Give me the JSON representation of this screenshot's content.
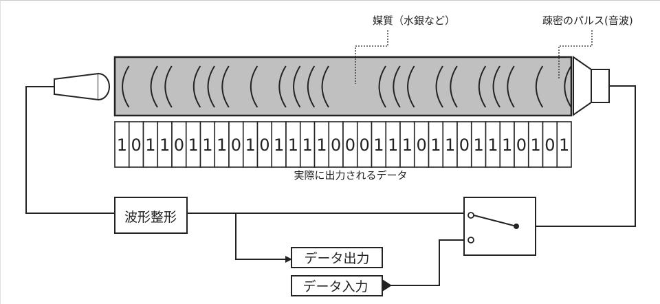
{
  "labels": {
    "medium": "媒質（水銀など）",
    "pulse": "疎密のパルス(音波)",
    "actual_data": "実際に出力されるデータ",
    "waveform_shaping": "波形整形",
    "data_output": "データ出力",
    "data_input": "データ入力"
  },
  "bits": [
    1,
    0,
    1,
    1,
    0,
    1,
    1,
    1,
    0,
    1,
    0,
    1,
    1,
    1,
    1,
    0,
    0,
    0,
    1,
    1,
    1,
    0,
    1,
    1,
    0,
    1,
    1,
    1,
    0,
    1,
    0,
    1
  ],
  "switch": {
    "position": "upper"
  },
  "colors": {
    "medium_fill": "#c0c0c0",
    "line": "#222222",
    "cell_fill": "#ffffff"
  }
}
